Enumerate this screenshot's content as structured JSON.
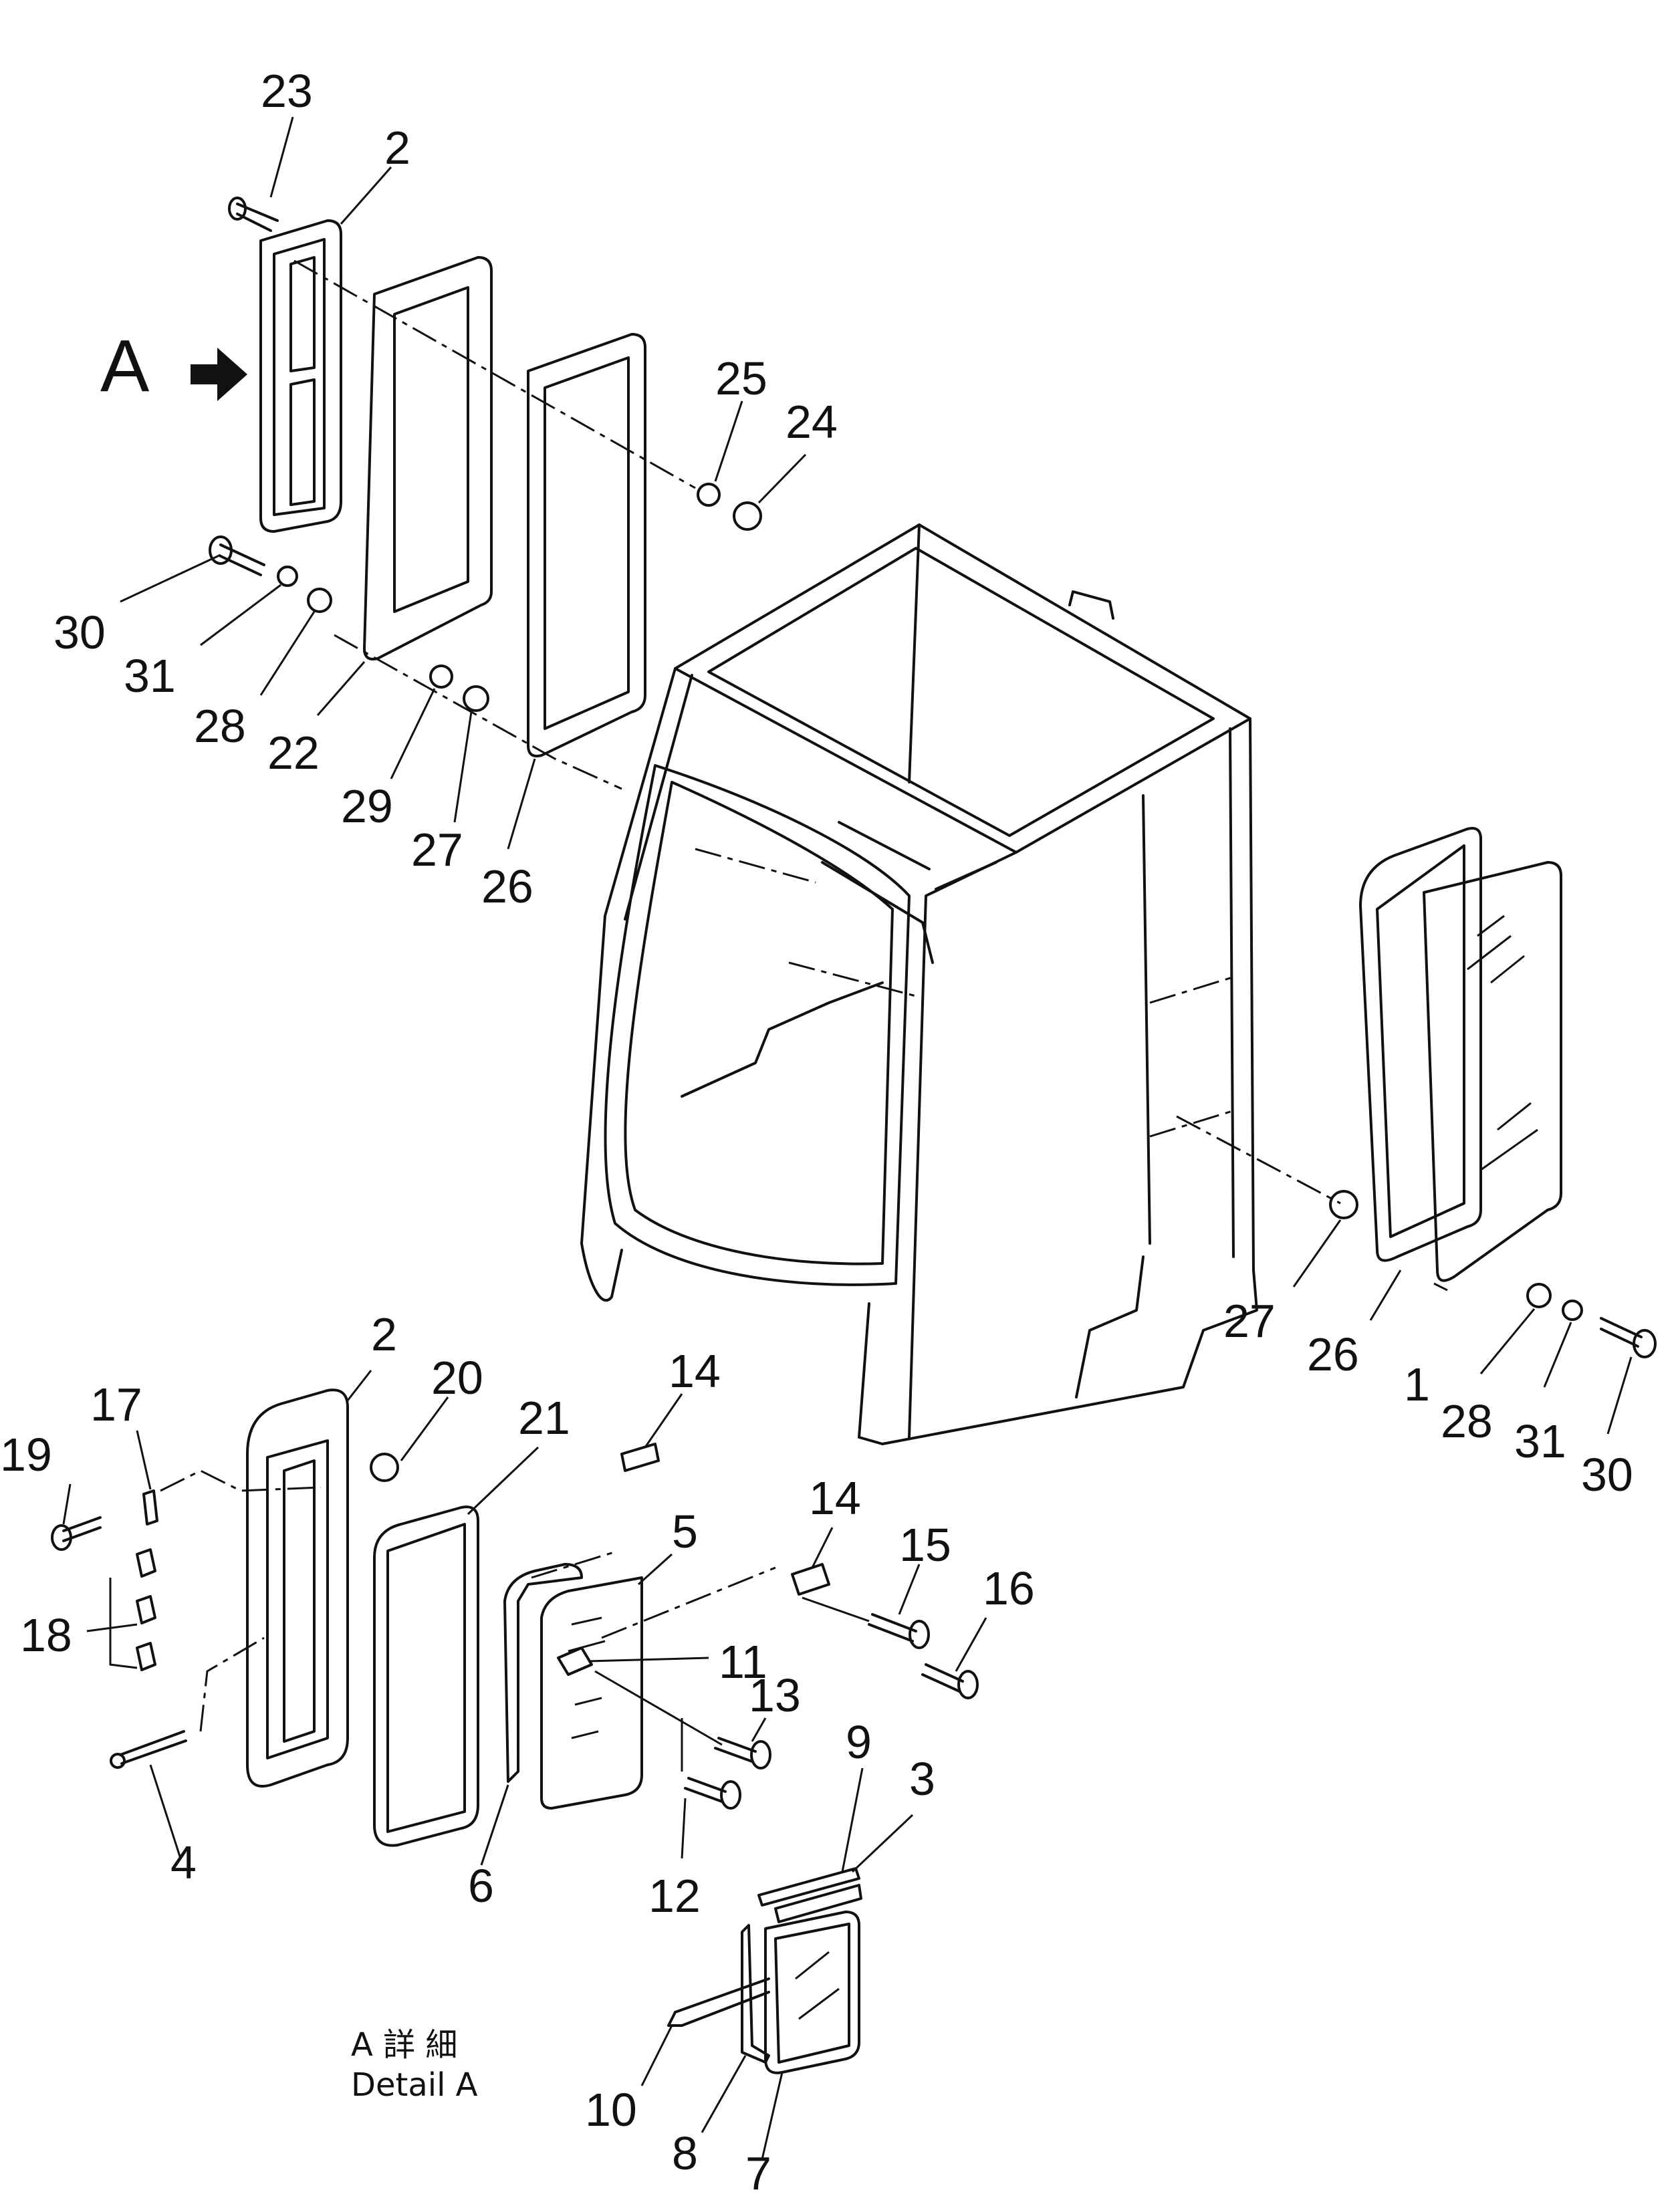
{
  "view_marker": {
    "letter": "A"
  },
  "detail_caption": {
    "line1": "A 詳 細",
    "line2": "Detail A"
  },
  "callouts": [
    {
      "id": "c23a",
      "text": "23"
    },
    {
      "id": "c2a",
      "text": "2"
    },
    {
      "id": "c25",
      "text": "25"
    },
    {
      "id": "c24",
      "text": "24"
    },
    {
      "id": "c30a",
      "text": "30"
    },
    {
      "id": "c31a",
      "text": "31"
    },
    {
      "id": "c28a",
      "text": "28"
    },
    {
      "id": "c22",
      "text": "22"
    },
    {
      "id": "c29",
      "text": "29"
    },
    {
      "id": "c27a",
      "text": "27"
    },
    {
      "id": "c26a",
      "text": "26"
    },
    {
      "id": "c27b",
      "text": "27"
    },
    {
      "id": "c26b",
      "text": "26"
    },
    {
      "id": "c1",
      "text": "1"
    },
    {
      "id": "c28b",
      "text": "28"
    },
    {
      "id": "c31b",
      "text": "31"
    },
    {
      "id": "c30b",
      "text": "30"
    },
    {
      "id": "c2b",
      "text": "2"
    },
    {
      "id": "c20",
      "text": "20"
    },
    {
      "id": "c21",
      "text": "21"
    },
    {
      "id": "c14a",
      "text": "14"
    },
    {
      "id": "c17",
      "text": "17"
    },
    {
      "id": "c19",
      "text": "19"
    },
    {
      "id": "c18",
      "text": "18"
    },
    {
      "id": "c4",
      "text": "4"
    },
    {
      "id": "c5",
      "text": "5"
    },
    {
      "id": "c14b",
      "text": "14"
    },
    {
      "id": "c15",
      "text": "15"
    },
    {
      "id": "c16",
      "text": "16"
    },
    {
      "id": "c11",
      "text": "11"
    },
    {
      "id": "c13",
      "text": "13"
    },
    {
      "id": "c6",
      "text": "6"
    },
    {
      "id": "c12",
      "text": "12"
    },
    {
      "id": "c9",
      "text": "9"
    },
    {
      "id": "c3",
      "text": "3"
    },
    {
      "id": "c10",
      "text": "10"
    },
    {
      "id": "c8",
      "text": "8"
    },
    {
      "id": "c7",
      "text": "7"
    }
  ]
}
